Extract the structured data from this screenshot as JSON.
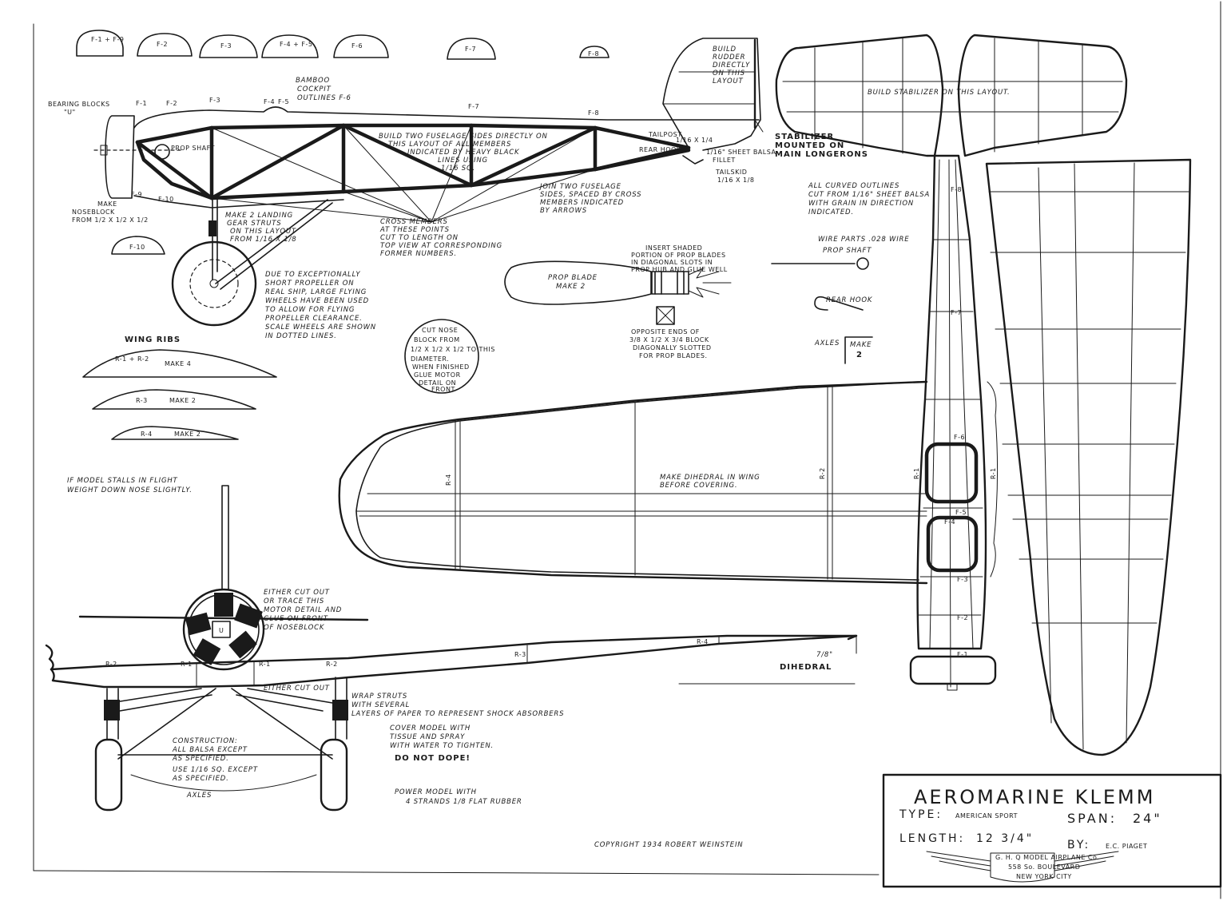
{
  "fuselage_formers": {
    "f1f9": "F-1 + F-9",
    "f2": "F-2",
    "f3": "F-3",
    "f4f5": "F-4 + F-5",
    "f6": "F-6",
    "f7": "F-7",
    "f8": "F-8"
  },
  "side_view": {
    "bearing_blocks": "BEARING BLOCKS",
    "bearing_blocks_u": "\"U\"",
    "bamboo": "BAMBOO",
    "cockpit": "COCKPIT",
    "outlines": "OUTLINES F-6",
    "f1": "F-1",
    "f2": "F-2",
    "f3": "F-3",
    "f4": "F-4",
    "f5": "F-5",
    "f7": "F-7",
    "f8": "F-8",
    "f9": "F-9",
    "f10": "F-10",
    "prop_shaft": "PROP SHAFT",
    "build_sides_1": "BUILD TWO FUSELAGE SIDES DIRECTLY ON",
    "build_sides_2": "THIS LAYOUT OF ALL MEMBERS",
    "build_sides_3": "INDICATED BY HEAVY BLACK",
    "build_sides_4": "LINES USING",
    "build_sides_5": "1/16 SQ.",
    "build_rudder_1": "BUILD",
    "build_rudder_2": "RUDDER",
    "build_rudder_3": "DIRECTLY",
    "build_rudder_4": "ON THIS",
    "build_rudder_5": "LAYOUT",
    "tailpost": "TAILPOST",
    "tailpost_size": "1/16 X 1/4",
    "rear_hook": "REAR HOOK",
    "sheet_balsa": "1/16\" SHEET BALSA",
    "fillet": "FILLET",
    "tailskid": "TAILSKID",
    "tailskid_size": "1/16 X 1/8",
    "stabilizer_1": "STABILIZER",
    "stabilizer_2": "MOUNTED ON",
    "stabilizer_3": "MAIN LONGERONS",
    "make_noseblock_1": "MAKE",
    "make_noseblock_2": "NOSEBLOCK",
    "make_noseblock_3": "FROM 1/2 X 1/2 X 1/2",
    "landing_gear_1": "MAKE 2 LANDING",
    "landing_gear_2": "GEAR STRUTS",
    "landing_gear_3": "ON THIS LAYOUT",
    "landing_gear_4": "FROM 1/16 X 1/8",
    "cross_members_1": "CROSS MEMBERS",
    "cross_members_2": "AT THESE POINTS",
    "cross_members_3": "CUT TO LENGTH ON",
    "cross_members_4": "TOP VIEW AT CORRESPONDING",
    "cross_members_5": "FORMER NUMBERS.",
    "join_sides_1": "JOIN TWO FUSELAGE",
    "join_sides_2": "SIDES, SPACED BY CROSS",
    "join_sides_3": "MEMBERS INDICATED",
    "join_sides_4": "BY ARROWS"
  },
  "propeller_note": {
    "line1": "DUE TO EXCEPTIONALLY",
    "line2": "SHORT PROPELLER ON",
    "line3": "REAL SHIP, LARGE FLYING",
    "line4": "WHEELS HAVE BEEN USED",
    "line5": "TO ALLOW FOR FLYING",
    "line6": "PROPELLER CLEARANCE.",
    "line7": "SCALE WHEELS ARE SHOWN",
    "line8": "IN DOTTED LINES."
  },
  "wing_ribs": {
    "title": "WING RIBS",
    "r1r2": "R-1 + R-2",
    "make4": "MAKE 4",
    "r3": "R-3",
    "make2": "MAKE 2",
    "r4": "R-4",
    "make2b": "MAKE 2"
  },
  "nose_block_note": {
    "line1": "CUT NOSE",
    "line2": "BLOCK FROM",
    "line3": "1/2 X 1/2 X 1/2 TO THIS",
    "line4": "DIAMETER.",
    "line5": "WHEN FINISHED",
    "line6": "GLUE MOTOR",
    "line7": "DETAIL ON",
    "line8": "FRONT"
  },
  "prop_blade": {
    "label1": "PROP BLADE",
    "label2": "MAKE 2",
    "insert1": "INSERT SHADED",
    "insert2": "PORTION OF PROP BLADES",
    "insert3": "IN DIAGONAL SLOTS IN",
    "insert4": "PROP HUB AND GLUE WELL",
    "ends1": "OPPOSITE ENDS OF",
    "ends2": "3/8 X 1/2 X 3/4 BLOCK",
    "ends3": "DIAGONALLY SLOTTED",
    "ends4": "FOR PROP BLADES."
  },
  "curved_note": {
    "line1": "ALL CURVED OUTLINES",
    "line2": "CUT FROM 1/16\" SHEET BALSA",
    "line3": "WITH GRAIN IN DIRECTION",
    "line4": "INDICATED."
  },
  "wire_parts": {
    "title": "WIRE PARTS .028 WIRE",
    "prop_shaft": "PROP SHAFT",
    "rear_hook": "REAR HOOK",
    "axles": "AXLES",
    "make": "MAKE",
    "make_n": "2"
  },
  "stabilizer": {
    "build": "BUILD STABILIZER ON THIS LAYOUT."
  },
  "wing": {
    "r4": "R-4",
    "r2": "R-2",
    "r1": "R-1",
    "r1b": "R-1",
    "dihedral_1": "MAKE DIHEDRAL IN WING",
    "dihedral_2": "BEFORE COVERING.",
    "f6": "F-6",
    "f5": "F-5",
    "f4": "F-4",
    "f3": "F-3",
    "f2": "F-2",
    "f1": "F-1",
    "f7": "F-7",
    "f8": "F-8"
  },
  "stall_note": {
    "line1": "IF MODEL STALLS IN FLIGHT",
    "line2": "WEIGHT DOWN NOSE SLIGHTLY."
  },
  "front_view": {
    "either_1": "EITHER CUT OUT",
    "either_2": "OR TRACE THIS",
    "either_3": "MOTOR DETAIL AND",
    "either_4": "GLUE ON FRONT",
    "either_5": "OF NOSEBLOCK",
    "u": "U",
    "r2a": "R-2",
    "r1a": "R-1",
    "r1b": "R-1",
    "r2b": "R-2",
    "r3": "R-3",
    "r4": "R-4",
    "dihedral_val": "7/8\"",
    "dihedral": "DIHEDRAL",
    "wrap_1": "WRAP STRUTS",
    "wrap_2": "WITH SEVERAL",
    "wrap_3": "LAYERS OF PAPER TO REPRESENT SHOCK ABSORBERS",
    "axles": "AXLES"
  },
  "construction": {
    "line1": "CONSTRUCTION:",
    "line2": "ALL BALSA EXCEPT",
    "line3": "AS SPECIFIED.",
    "line4": "USE 1/16 SQ. EXCEPT",
    "line5": "AS SPECIFIED."
  },
  "cover_note": {
    "line1": "COVER MODEL WITH",
    "line2": "TISSUE AND SPRAY",
    "line3": "WITH WATER TO TIGHTEN.",
    "line4": "DO NOT DOPE!"
  },
  "power_note": {
    "line1": "POWER MODEL WITH",
    "line2": "4 STRANDS 1/8 FLAT RUBBER"
  },
  "copyright": "COPYRIGHT 1934 ROBERT WEINSTEIN",
  "title_block": {
    "name": "AEROMARINE KLEMM",
    "type_label": "TYPE:",
    "type_value": "AMERICAN SPORT",
    "span_label": "SPAN:",
    "span_value": "24\"",
    "length_label": "LENGTH:",
    "length_value": "12 3/4\"",
    "by_label": "BY:",
    "by_value": "E.C. PIAGET",
    "company_1": "G. H. Q MODEL AIRPLANE Co.",
    "company_2": "558 So. BOULEVARD",
    "company_3": "NEW YORK CITY"
  }
}
